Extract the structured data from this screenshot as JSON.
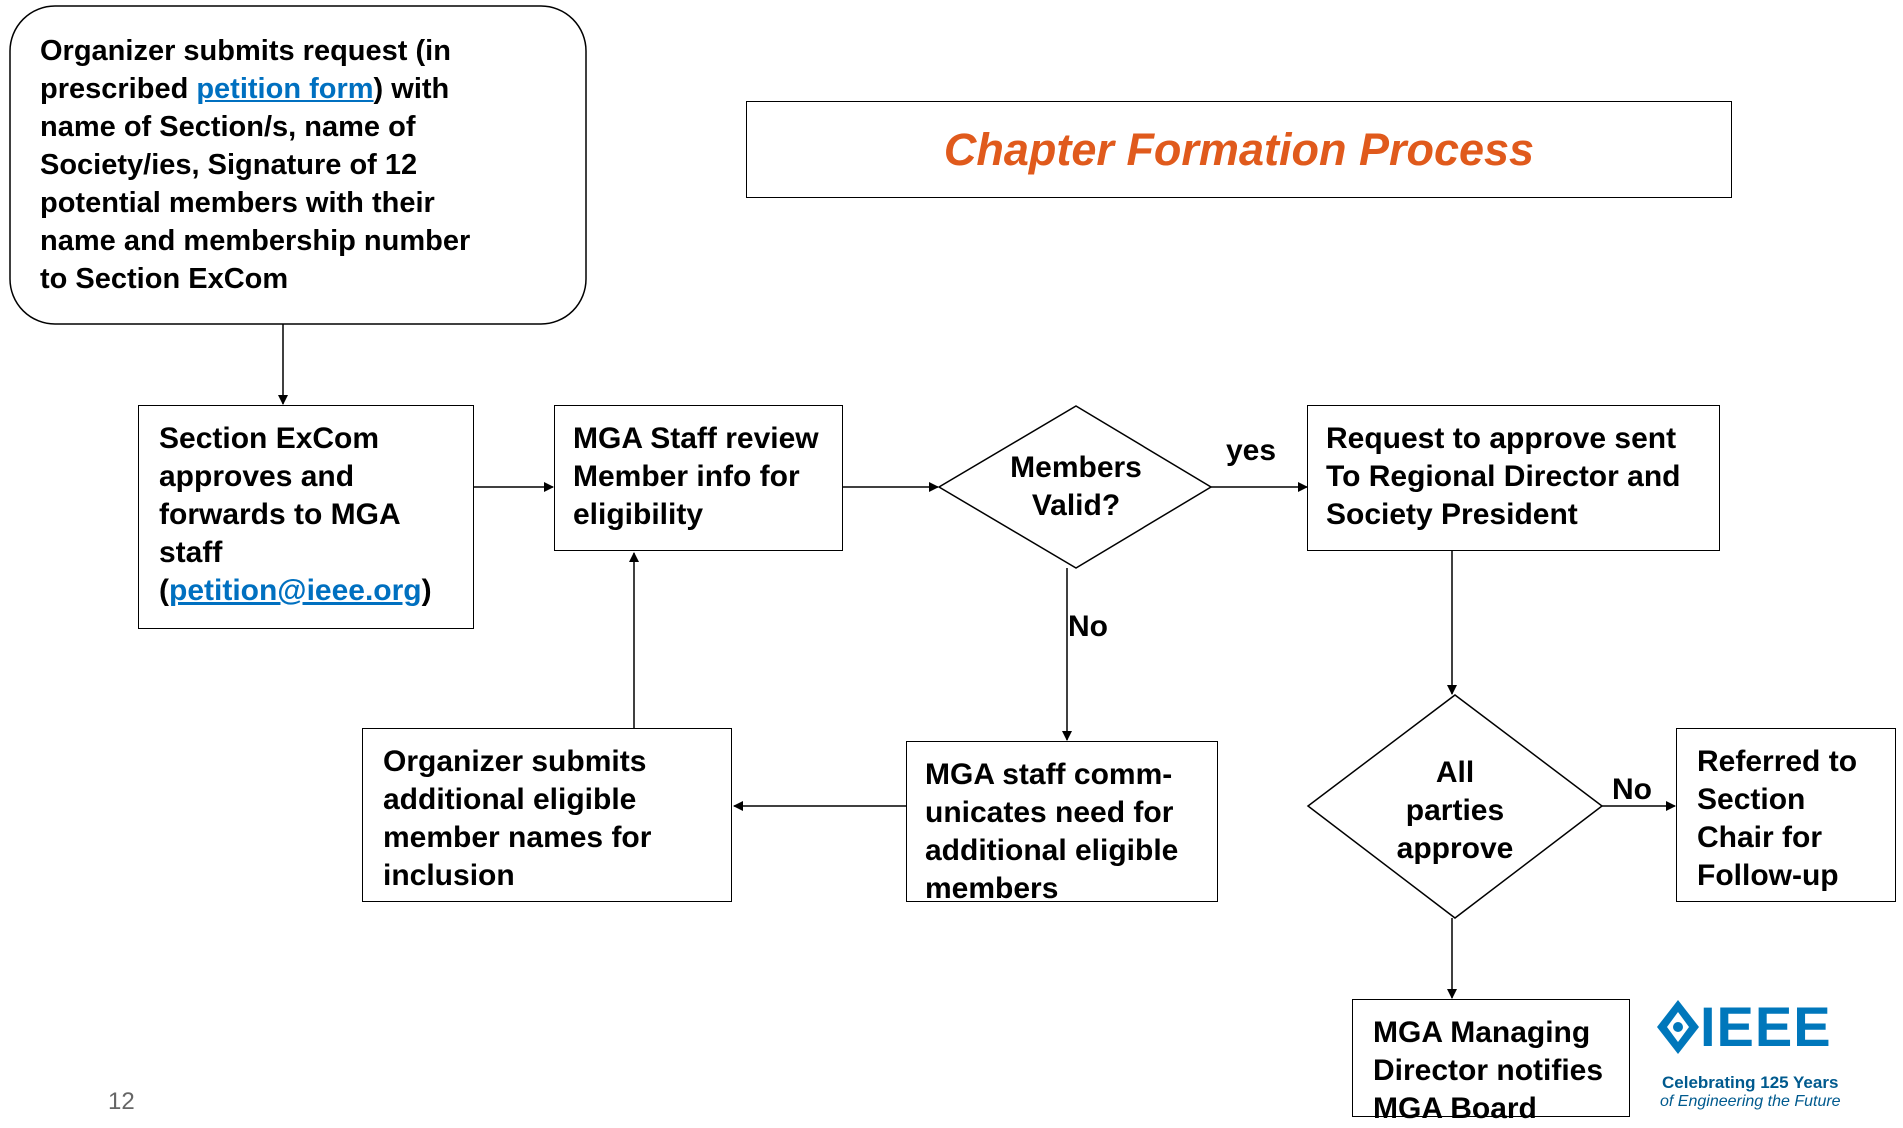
{
  "title": "Chapter Formation Process",
  "page_number": "12",
  "nodes": {
    "start": {
      "pre": "Organizer submits request (in\nprescribed ",
      "link": "petition form",
      "post": ") with\nname of Section/s, name of\nSociety/ies, Signature of 12\npotential members with their\nname and membership number\nto Section ExCom"
    },
    "excom": {
      "pre": "Section ExCom\napproves and\nforwards to MGA\nstaff\n(",
      "link": "petition@ieee.org",
      "post": ")"
    },
    "review": "MGA Staff review\nMember info for\neligibility",
    "valid": "Members\nValid?",
    "request": "Request to approve sent\nTo Regional Director and\nSociety President",
    "all_approve": "All\nparties\napprove",
    "referred": "Referred to\nSection\nChair for\nFollow-up",
    "notify": "MGA Managing\nDirector notifies\nMGA Board",
    "communicate": "MGA staff comm-\nunicates need for\nadditional eligible\nmembers",
    "resubmit": "Organizer submits\nadditional eligible\nmember names for\ninclusion"
  },
  "edge_labels": {
    "yes": "yes",
    "no_valid": "No",
    "no_approve": "No"
  },
  "logo": {
    "name": "IEEE",
    "tagline1": "Celebrating 125 Years",
    "tagline2": "of Engineering the Future"
  },
  "colors": {
    "title": "#e05a1c",
    "link": "#0070c0",
    "logo": "#0077bb"
  }
}
